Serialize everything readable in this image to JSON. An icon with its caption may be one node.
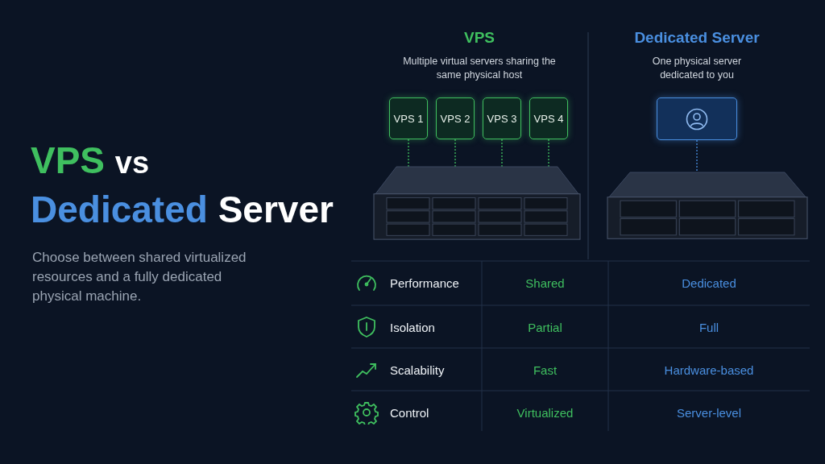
{
  "diagram": {
    "title": "VPS vs Dedicated Server",
    "nodes": [
      {
        "text": [
          "VPS 1"
        ]
      },
      {
        "text": [
          "VPS 2"
        ]
      },
      {
        "text": [
          "VPS 3"
        ]
      },
      {
        "text": [
          "VPS 4"
        ]
      },
      {
        "text": [],
        "shape": "picture"
      },
      {
        "text": [],
        "shape": "box"
      },
      {
        "text": [],
        "shape": "picture"
      }
    ],
    "edges": [
      {
        "from": 0,
        "to": 4,
        "arrow": "none",
        "style": "dashed"
      },
      {
        "from": 1,
        "to": 4,
        "arrow": "none",
        "style": "dashed"
      },
      {
        "from": 2,
        "to": 4,
        "arrow": "none",
        "style": "dashed"
      },
      {
        "from": 3,
        "to": 4,
        "arrow": "none",
        "style": "dashed"
      },
      {
        "from": 5,
        "to": 6,
        "arrow": "none",
        "style": "dashed",
        "color": "#4a8fe0"
      }
    ],
    "labels": [
      "Choose between shared virtualized resources and a fully dedicated physical machine.",
      "VPS",
      "Multiple virtual servers sharing the same physical host",
      "Dedicated Server",
      "One physical server dedicated to you",
      "Performance",
      "Shared",
      "Dedicated",
      "Isolation",
      "Partial",
      "Full",
      "Scalability",
      "Fast",
      "Hardware-based",
      "Control",
      "Virtualized",
      "Server-level"
    ]
  }
}
